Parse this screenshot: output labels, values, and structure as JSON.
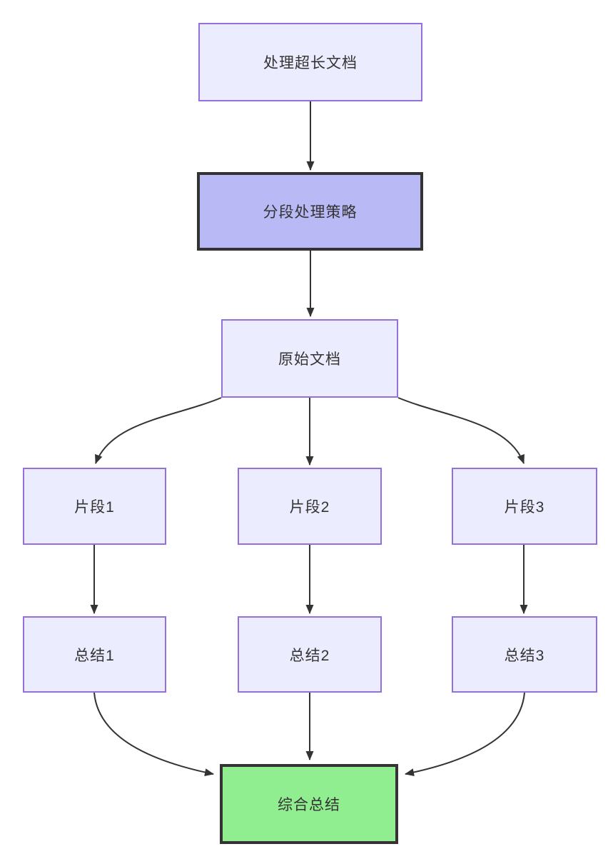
{
  "diagram": {
    "type": "flowchart",
    "direction": "top-down",
    "background_color": "#ffffff",
    "colors": {
      "default_node_fill": "#ECECFF",
      "default_node_border": "#9370DB",
      "emphasis_node_fill": "#B9B9F6",
      "emphasis_node_border": "#333333",
      "success_node_fill": "#90EE90",
      "success_node_border": "#333333",
      "edge_stroke": "#333333",
      "text_color": "#333333"
    },
    "nodes": [
      {
        "id": "A",
        "label": "处理超长文档",
        "style": "default"
      },
      {
        "id": "B",
        "label": "分段处理策略",
        "style": "emphasis"
      },
      {
        "id": "C",
        "label": "原始文档",
        "style": "default"
      },
      {
        "id": "D1",
        "label": "片段1",
        "style": "default"
      },
      {
        "id": "D2",
        "label": "片段2",
        "style": "default"
      },
      {
        "id": "D3",
        "label": "片段3",
        "style": "default"
      },
      {
        "id": "E1",
        "label": "总结1",
        "style": "default"
      },
      {
        "id": "E2",
        "label": "总结2",
        "style": "default"
      },
      {
        "id": "E3",
        "label": "总结3",
        "style": "default"
      },
      {
        "id": "F",
        "label": "综合总结",
        "style": "success"
      }
    ],
    "edges": [
      {
        "from": "处理超长文档",
        "to": "分段处理策略"
      },
      {
        "from": "分段处理策略",
        "to": "原始文档"
      },
      {
        "from": "原始文档",
        "to": "片段1"
      },
      {
        "from": "原始文档",
        "to": "片段2"
      },
      {
        "from": "原始文档",
        "to": "片段3"
      },
      {
        "from": "片段1",
        "to": "总结1"
      },
      {
        "from": "片段2",
        "to": "总结2"
      },
      {
        "from": "片段3",
        "to": "总结3"
      },
      {
        "from": "总结1",
        "to": "综合总结"
      },
      {
        "from": "总结2",
        "to": "综合总结"
      },
      {
        "from": "总结3",
        "to": "综合总结"
      }
    ]
  }
}
